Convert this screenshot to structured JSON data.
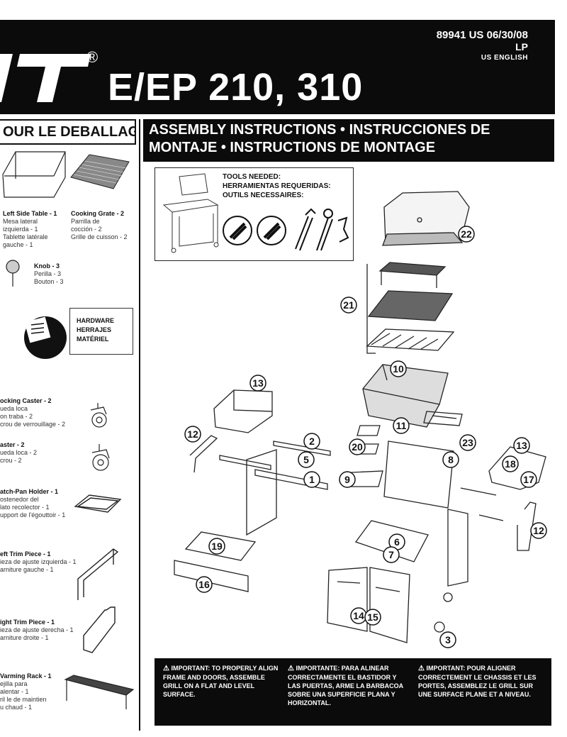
{
  "header": {
    "brand_fragment": "/T",
    "registered_mark": "®",
    "model": "E/EP 210, 310",
    "doc_code": "89941 US 06/30/08",
    "fuel": "LP",
    "language": "US ENGLISH"
  },
  "left_column": {
    "heading": "OUR LE DEBALLAGE",
    "parts": [
      {
        "name": "Left Side Table - 1",
        "es": "Mesa lateral",
        "es2": "izquierda - 1",
        "fr": "Tablette latérale",
        "fr2": "gauche - 1"
      },
      {
        "name": "Cooking Grate - 2",
        "es": "Parrilla de",
        "es2": "cocción - 2",
        "fr": "Grille de cuisson - 2"
      },
      {
        "name": "Knob - 3",
        "es": "Perilla - 3",
        "fr": "Bouton - 3"
      },
      {
        "name": "ocking Caster - 2",
        "es": "ueda loca",
        "es2": "on traba - 2",
        "fr": "crou de verrouillage - 2"
      },
      {
        "name": "aster - 2",
        "es": "ueda loca - 2",
        "fr": "crou - 2"
      },
      {
        "name": "atch-Pan Holder - 1",
        "es": "ostenedor del",
        "es2": "lato recolector - 1",
        "fr": "upport de l'égouttoir - 1"
      },
      {
        "name": "eft Trim Piece - 1",
        "es": "ieza de ajuste izquierda - 1",
        "fr": "arniture gauche - 1"
      },
      {
        "name": "ight Trim Piece - 1",
        "es": "ieza de ajuste derecha - 1",
        "fr": "arniture droite - 1"
      },
      {
        "name": "Varming Rack - 1",
        "es": "ejilla para",
        "es2": "alentar - 1",
        "fr": "ril le de maintien",
        "fr2": "u chaud - 1"
      }
    ],
    "hardware": {
      "en": "HARDWARE",
      "es": "HERRAJES",
      "fr": "MATÉRIEL"
    }
  },
  "assembly": {
    "heading_line1": "ASSEMBLY INSTRUCTIONS • INSTRUCCIONES DE",
    "heading_line2": "MONTAJE • INSTRUCTIONS DE MONTAGE",
    "tools_needed": {
      "en": "TOOLS NEEDED:",
      "es": "HERRAMIENTAS REQUERIDAS:",
      "fr": "OUTILS NECESSAIRES:"
    },
    "callouts": [
      "22",
      "21",
      "10",
      "11",
      "23",
      "13",
      "12",
      "2",
      "5",
      "20",
      "1",
      "9",
      "8",
      "13",
      "18",
      "17",
      "12",
      "19",
      "6",
      "7",
      "16",
      "14",
      "15",
      "3"
    ]
  },
  "footer": {
    "warnings": [
      {
        "symbol": "⚠",
        "text": "IMPORTANT: TO PROPERLY ALIGN FRAME AND DOORS, ASSEMBLE GRILL ON A FLAT AND LEVEL SURFACE."
      },
      {
        "symbol": "⚠",
        "text": "IMPORTANTE: PARA ALINEAR CORRECTAMENTE EL BASTIDOR Y LAS PUERTAS, ARME LA BARBACOA SOBRE UNA SUPERFICIE PLANA Y HORIZONTAL."
      },
      {
        "symbol": "⚠",
        "text": "IMPORTANT: POUR ALIGNER CORRECTEMENT LE CHASSIS ET LES PORTES, ASSEMBLEZ LE GRILL SUR UNE SURFACE PLANE ET A NIVEAU."
      }
    ]
  }
}
